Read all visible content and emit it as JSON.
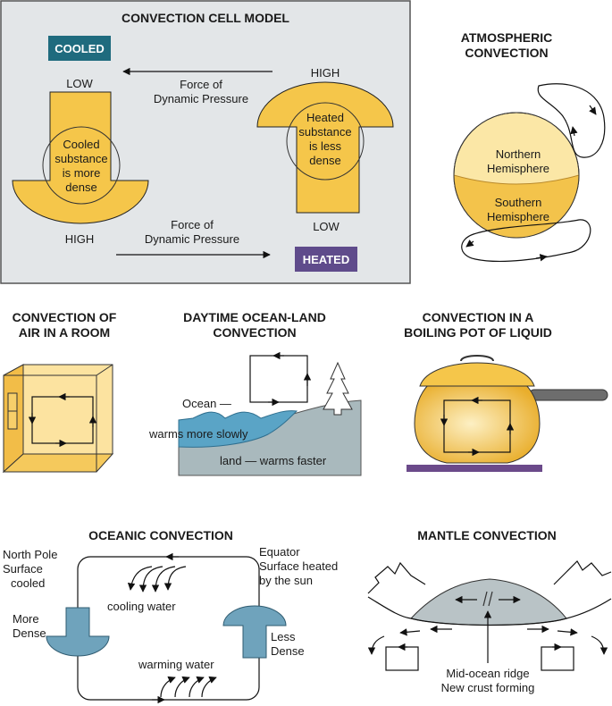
{
  "colors": {
    "cell_bg": "#e3e6e8",
    "gold": "#f5c64a",
    "gold_light": "#fbe7a6",
    "cooled_badge": "#1f6b7e",
    "heated_badge": "#5f4b8b",
    "ocean_blue": "#5aa4c6",
    "land_gray": "#a9b9bd",
    "ocean_current": "#6fa3bc",
    "mantle_gray": "#b9c3c6",
    "stove": "#6b4a8a"
  },
  "convection_cell": {
    "title": "CONVECTION CELL MODEL",
    "cooled_badge": "COOLED",
    "heated_badge": "HEATED",
    "low_left": "LOW",
    "high_left": "HIGH",
    "high_right": "HIGH",
    "low_right": "LOW",
    "force_top_line1": "Force of",
    "force_top_line2": "Dynamic Pressure",
    "force_bottom_line1": "Force of",
    "force_bottom_line2": "Dynamic Pressure",
    "cooled_text": [
      "Cooled",
      "substance",
      "is more",
      "dense"
    ],
    "heated_text": [
      "Heated",
      "substance",
      "is less",
      "dense"
    ]
  },
  "atmospheric": {
    "title_line1": "ATMOSPHERIC",
    "title_line2": "CONVECTION",
    "north_line1": "Northern",
    "north_line2": "Hemisphere",
    "south_line1": "Southern",
    "south_line2": "Hemisphere"
  },
  "room": {
    "title_line1": "CONVECTION OF",
    "title_line2": "AIR IN A ROOM"
  },
  "ocean_land": {
    "title_line1": "DAYTIME OCEAN-LAND",
    "title_line2": "CONVECTION",
    "ocean_label": "Ocean —",
    "ocean_warms": "warms more slowly",
    "land_label": "land — warms faster"
  },
  "pot": {
    "title_line1": "CONVECTION IN A",
    "title_line2": "BOILING POT OF LIQUID"
  },
  "oceanic": {
    "title": "OCEANIC CONVECTION",
    "north_line1": "North Pole",
    "north_line2": "Surface",
    "north_line3": "cooled",
    "equator_line1": "Equator",
    "equator_line2": "Surface heated",
    "equator_line3": "by the sun",
    "cooling": "cooling water",
    "warming": "warming water",
    "more_line1": "More",
    "more_line2": "Dense",
    "less_line1": "Less",
    "less_line2": "Dense"
  },
  "mantle": {
    "title": "MANTLE CONVECTION",
    "ridge_line1": "Mid-ocean ridge",
    "ridge_line2": "New crust forming"
  }
}
